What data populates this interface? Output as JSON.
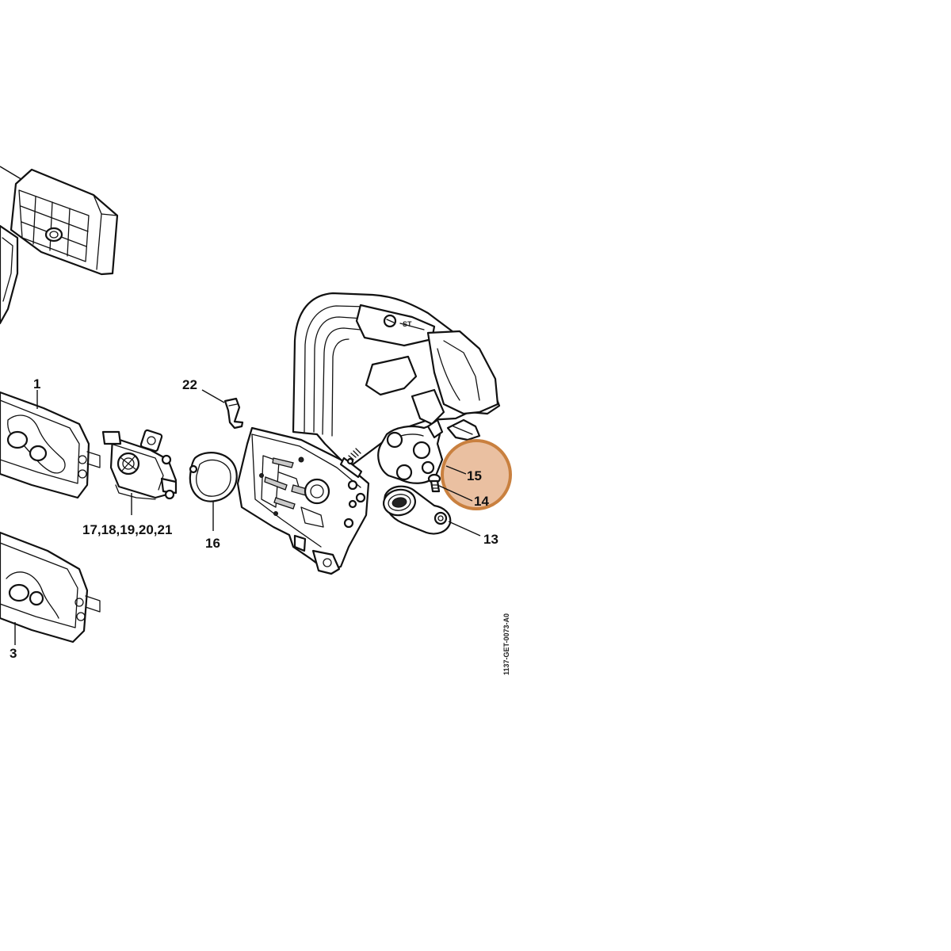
{
  "parts": [
    {
      "id": "p1",
      "label": "1"
    },
    {
      "id": "p3",
      "label": "3"
    },
    {
      "id": "p13",
      "label": "13"
    },
    {
      "id": "p14",
      "label": "14"
    },
    {
      "id": "p15",
      "label": "15"
    },
    {
      "id": "p16",
      "label": "16"
    },
    {
      "id": "p17_21",
      "label": "17,18,19,20,21"
    },
    {
      "id": "p22",
      "label": "22"
    }
  ],
  "drawing_reference": "1137-GET-0073-A0",
  "highlight": {
    "color": "#e5b28c",
    "stroke": "#c9803f",
    "parts": [
      "15",
      "14"
    ]
  }
}
